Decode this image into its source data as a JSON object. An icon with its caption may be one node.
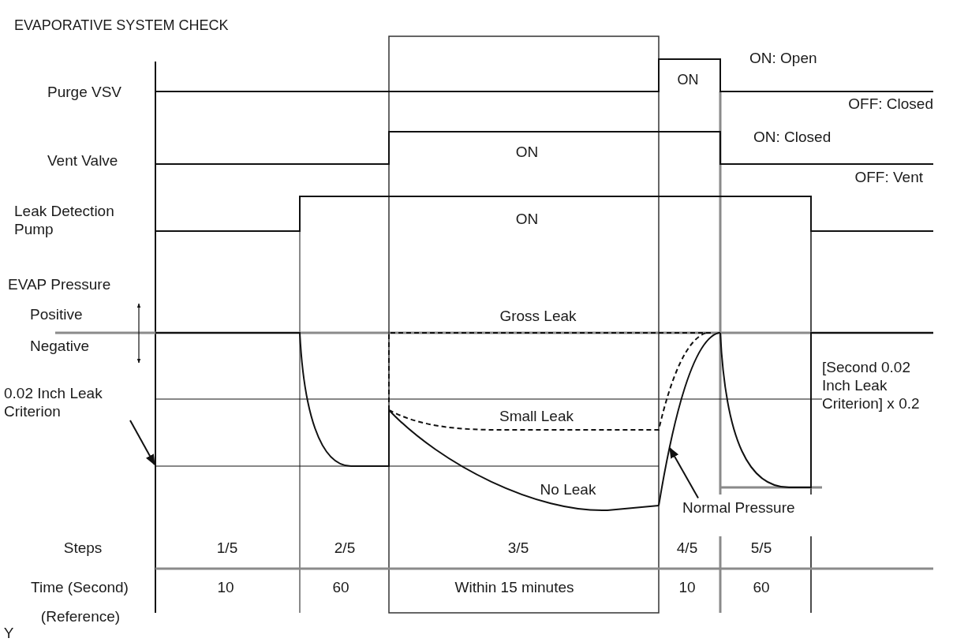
{
  "diagram": {
    "title": "EVAPORATIVE SYSTEM CHECK",
    "nodes": [
      {
        "text": [
          "0.02 Inch Leak Criterion"
        ]
      },
      {
        "text": [
          "Normal Pressure"
        ]
      },
      {
        "text": [],
        "shape": "curve"
      },
      {
        "text": [],
        "shape": "line"
      }
    ],
    "edges": [
      {
        "from": 0,
        "to": 3,
        "arrow": "to"
      },
      {
        "from": 1,
        "to": 2,
        "arrow": "to"
      }
    ],
    "labels": [
      "ON: Open",
      "Purge VSV",
      "ON",
      "OFF: Closed",
      "ON: Closed",
      "Vent Valve",
      "ON",
      "OFF: Vent",
      "Leak Detection Pump",
      "ON",
      "EVAP Pressure",
      "Positive",
      "Gross Leak",
      "Negative",
      "[Second 0.02 Inch Leak Criterion] x 0.2",
      "Small Leak",
      "No Leak",
      "Steps",
      "1/5",
      "2/5",
      "3/5",
      "4/5",
      "5/5",
      "Time (Second)",
      "10",
      "60",
      "Within 15 minutes",
      "10",
      "60",
      "(Reference)",
      "Y"
    ]
  }
}
